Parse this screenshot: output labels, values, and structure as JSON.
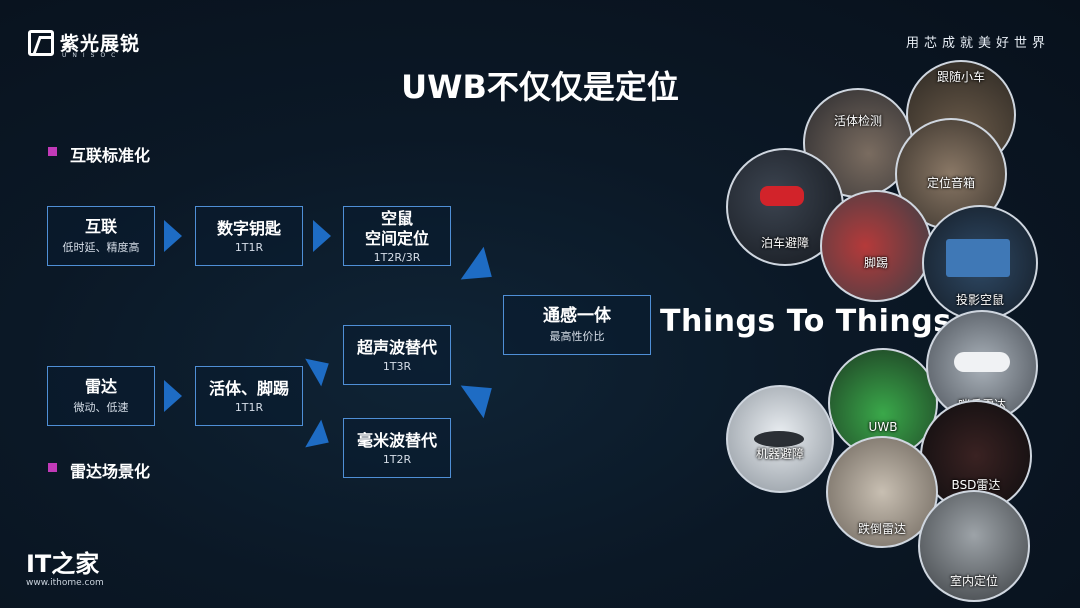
{
  "brand": {
    "name_cn": "紫光展锐",
    "name_en": "UNISOC",
    "slogan": "用芯成就美好世界"
  },
  "title": "UWB不仅仅是定位",
  "sections": {
    "interconnect": "互联标准化",
    "radar": "雷达场景化"
  },
  "flow": {
    "hulian": {
      "title": "互联",
      "sub": "低时延、精度高"
    },
    "key": {
      "title": "数字钥匙",
      "sub": "1T1R"
    },
    "mouse": {
      "title1": "空鼠",
      "title2": "空间定位",
      "sub": "1T2R/3R"
    },
    "radar": {
      "title": "雷达",
      "sub": "微动、低速"
    },
    "vital": {
      "title": "活体、脚踢",
      "sub": "1T1R"
    },
    "ultrasonic": {
      "title": "超声波替代",
      "sub": "1T3R"
    },
    "mmwave": {
      "title": "毫米波替代",
      "sub": "1T2R"
    },
    "fusion": {
      "title": "通感一体",
      "sub": "最高性价比"
    }
  },
  "tagline": "Things To Things",
  "scenarios": {
    "follow_cart": "跟随小车",
    "vital_detect": "活体检测",
    "park_avoid": "泊车避障",
    "speaker": "定位音箱",
    "kick": "脚踢",
    "projector_mouse": "投影空鼠",
    "sentry_radar": "哨兵雷达",
    "uwb_car": "UWB",
    "robot_avoid": "机器避障",
    "bsd_radar": "BSD雷达",
    "fall_radar": "跌倒雷达",
    "indoor_pos": "室内定位"
  },
  "watermark": {
    "logo": "IT之家",
    "url": "www.ithome.com"
  },
  "colors": {
    "box_border": "#4f8fd6",
    "arrow": "#1e6cc4",
    "bullet": "#c23ab8"
  }
}
